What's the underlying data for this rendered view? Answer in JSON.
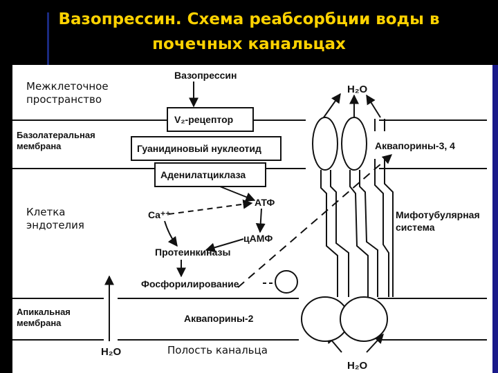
{
  "title": {
    "line1": "Вазопрессин. Схема реабсорбции воды в",
    "line2": "почечных канальцах"
  },
  "labels": {
    "interstitial_1": "Межклеточное",
    "interstitial_2": "пространство",
    "basolateral_1": "Базолатеральная",
    "basolateral_2": "мембрана",
    "cell_1": "Клетка",
    "cell_2": "эндотелия",
    "apical_1": "Апикальная",
    "apical_2": "мембрана",
    "lumen": "Полость канальца",
    "aquaporin34": "Аквапорины-3, 4",
    "microtubule_1": "Мифотубулярная",
    "microtubule_2": "система",
    "aquaporin2": "Аквапорины-2"
  },
  "steps": {
    "vasopressin": "Вазопрессин",
    "receptor": "V₂-рецептор",
    "nucleotide": "Гуанидиновый нуклеотид",
    "cyclase": "Аденилатциклаза",
    "atp": "АТФ",
    "calcium": "Ca⁺⁺",
    "camp": "цАМФ",
    "kinases": "Протеинкиназы",
    "phosphorylation": "Фосфорилирование"
  },
  "water": {
    "top": "H₂O",
    "left": "H₂O",
    "bottom": "H₂O"
  },
  "colors": {
    "title": "#ffd200",
    "background": "#000000",
    "diagram": "#ffffff",
    "ink": "#111111",
    "accent_bar": "#1a1a8a"
  }
}
